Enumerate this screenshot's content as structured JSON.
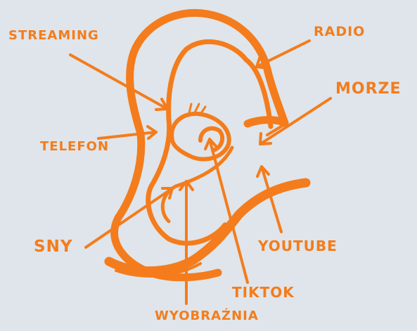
{
  "colors": {
    "background": "#dfe5ea",
    "ink": "#f47c1c"
  },
  "labels": {
    "streaming": "STREAMING",
    "radio": "RADIO",
    "morze": "MORZE",
    "telefon": "TELEFON",
    "sny": "SNY",
    "youtube": "YOUTUBE",
    "tiktok": "TIKTOK",
    "wyobraznia": "WYOBRAŹNIA"
  }
}
